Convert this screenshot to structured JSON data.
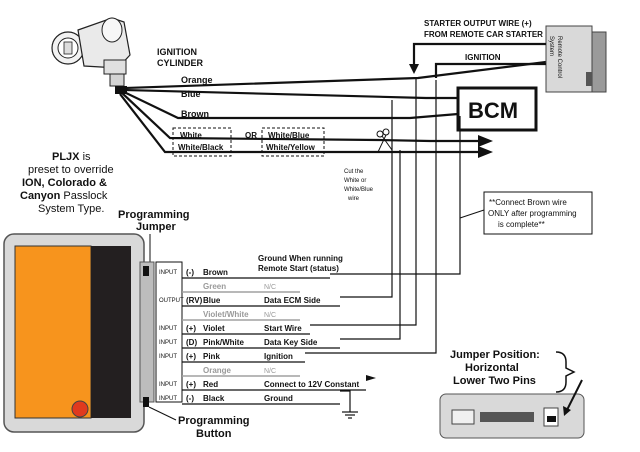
{
  "ignition_cylinder": "IGNITION\nCYLINDER",
  "starter_output": "STARTER OUTPUT WIRE (+)\nFROM REMOTE CAR STARTER",
  "ignition_wire": "IGNITION",
  "remote_control_system": "Remote Control\nSystem",
  "bcm": "BCM",
  "wires_top": {
    "orange": "Orange",
    "blue": "Blue",
    "brown": "Brown",
    "white": "White",
    "or": "OR",
    "white_blue": "White/Blue",
    "white_black": "White/Black",
    "white_yellow": "White/Yellow"
  },
  "cut_note": "Cut the\nWhite or\nWhite/Blue\nwire",
  "connect_note": "**Connect Brown wire\nONLY after programming\nis complete**",
  "pljx_note": {
    "l1a": "PLJX",
    "l1b": " is",
    "l2": "preset to override",
    "l3": "ION, Colorado &",
    "l4a": "Canyon",
    "l4b": " Passlock",
    "l5": "System Type."
  },
  "programming_jumper": "Programming\nJumper",
  "programming_button": "Programming\nButton",
  "jumper_position": "Jumper Position:\nHorizontal\nLower Two Pins",
  "ground_running": "Ground When running\nRemote Start (status)",
  "module_rows": [
    {
      "io": "INPUT",
      "pol": "(-)",
      "color": "Brown",
      "desc": "",
      "grey": false
    },
    {
      "io": "",
      "pol": "",
      "color": "Green",
      "desc": "N/C",
      "grey": true
    },
    {
      "io": "OUTPUT",
      "pol": "(RV)",
      "color": "Blue",
      "desc": "Data ECM Side",
      "grey": false
    },
    {
      "io": "",
      "pol": "",
      "color": "Violet/White",
      "desc": "N/C",
      "grey": true
    },
    {
      "io": "INPUT",
      "pol": "(+)",
      "color": "Violet",
      "desc": "Start  Wire",
      "grey": false
    },
    {
      "io": "INPUT",
      "pol": "(D)",
      "color": "Pink/White",
      "desc": "Data Key Side",
      "grey": false
    },
    {
      "io": "INPUT",
      "pol": "(+)",
      "color": "Pink",
      "desc": "Ignition",
      "grey": false
    },
    {
      "io": "",
      "pol": "",
      "color": "Orange",
      "desc": "N/C",
      "grey": true
    },
    {
      "io": "INPUT",
      "pol": "(+)",
      "color": "Red",
      "desc": "Connect to 12V Constant",
      "grey": false
    },
    {
      "io": "INPUT",
      "pol": "(-)",
      "color": "Black",
      "desc": "Ground",
      "grey": false
    }
  ],
  "colors": {
    "module_orange": "#F7941D",
    "module_black": "#231F20",
    "module_case": "#D9D9D9",
    "button_red": "#E03A1E"
  }
}
